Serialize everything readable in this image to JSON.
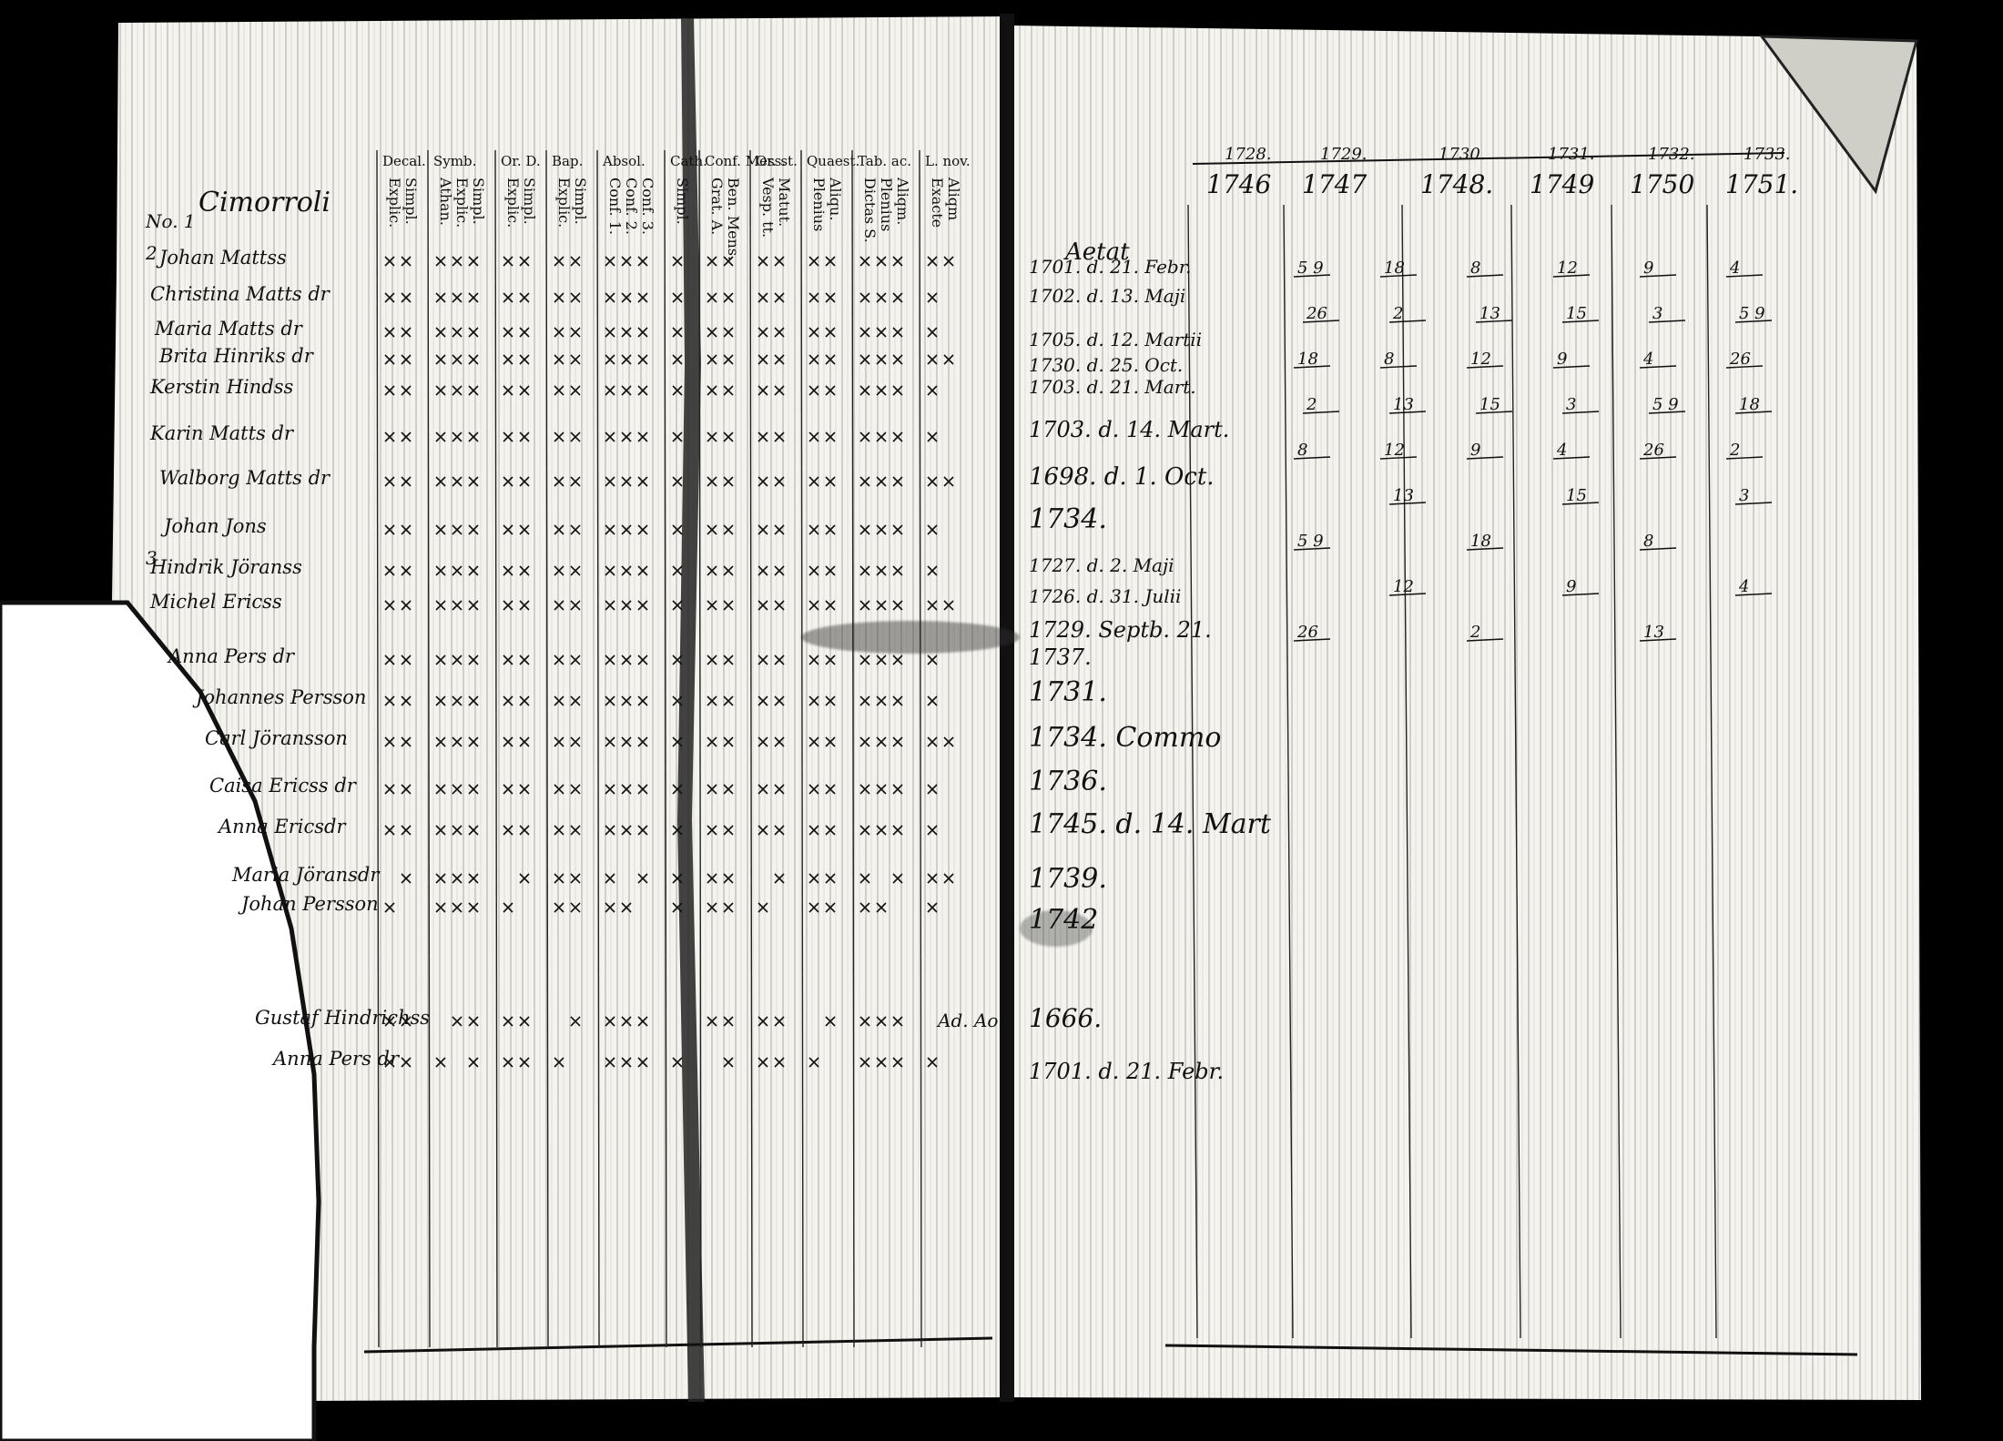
{
  "left_page": {
    "title": "Cimorroli",
    "column_headers": [
      {
        "group": "Decal.",
        "labels": [
          "Explic.",
          "Simpl."
        ]
      },
      {
        "group": "Symb.",
        "labels": [
          "Athan.",
          "Explic.",
          "Simpl."
        ]
      },
      {
        "group": "Or. D.",
        "labels": [
          "Explic.",
          "Simpl."
        ]
      },
      {
        "group": "Bap.",
        "labels": [
          "Explic.",
          "Simpl."
        ]
      },
      {
        "group": "Absol.",
        "labels": [
          "Conf. 1.",
          "Conf. 2.",
          "Conf. 3."
        ]
      },
      {
        "group": "Cath.",
        "labels": [
          "Simpl."
        ]
      },
      {
        "group": "Conf. Mess.",
        "labels": [
          "Grat. A.",
          "Ben. Mens."
        ]
      },
      {
        "group": "Or. st.",
        "labels": [
          "Vesp. tt.",
          "Matut."
        ]
      },
      {
        "group": "Quaest.",
        "labels": [
          "Plenius",
          "Aliqu."
        ]
      },
      {
        "group": "Tab. ac.",
        "labels": [
          "Dictas S.",
          "Plenius",
          "Aliqm."
        ]
      },
      {
        "group": "L. nov.",
        "labels": [
          "Exacte",
          "Aliqm"
        ]
      }
    ],
    "row_numbers": [
      "No. 1",
      "2",
      "3"
    ],
    "row_names": [
      "Johan Mattss",
      "Christina Matts dr",
      "Maria Matts dr",
      "Brita Hinriks dr",
      "Kerstin Hindss",
      "Karin Matts dr",
      "Walborg Matts dr",
      "Johan Jons",
      "Hindrik Jöranss",
      "Michel Ericss",
      "Anna Pers dr",
      "Johannes Persson",
      "Carl Jöransson",
      "Caisa Ericss dr",
      "Anna Ericsdr",
      "Maria Jöransdr",
      "Johan Persson",
      "Gustaf Hindrichss",
      "Anna Pers dr"
    ]
  },
  "right_page": {
    "year_pairs": [
      {
        "top": "1728.",
        "bottom": "1746"
      },
      {
        "top": "1729.",
        "bottom": "1747"
      },
      {
        "top": "1730.",
        "bottom": "1748."
      },
      {
        "top": "1731.",
        "bottom": "1749"
      },
      {
        "top": "1732.",
        "bottom": "1750"
      },
      {
        "top": "1733.",
        "bottom": "1751."
      }
    ],
    "column_head": "Aetat",
    "birth_entries": [
      "1701. d. 21. Febr.",
      "1702. d. 13. Maji",
      "1705. d. 12. Martii",
      "1730. d. 25. Oct.",
      "1703. d. 21. Mart.",
      "1703. d. 14. Mart.",
      "1698. d. 1. Oct.",
      "1734.",
      "1727. d. 2. Maji",
      "1726. d. 31. Julii",
      "1729. Septb. 21.",
      "1737.",
      "1731.",
      "1734. Commo",
      "1736.",
      "1745. d. 14. Mart",
      "1739.",
      "1742",
      "1666.",
      "1701. d. 21. Febr."
    ],
    "side_note": "Ad. Ao",
    "sample_marks": [
      "5 9",
      "18",
      "8",
      "12",
      "9",
      "4",
      "26",
      "2",
      "13",
      "15",
      "3"
    ]
  },
  "colors": {
    "paper": "#f4f3ee",
    "ink": "#111111",
    "background": "#000000"
  }
}
